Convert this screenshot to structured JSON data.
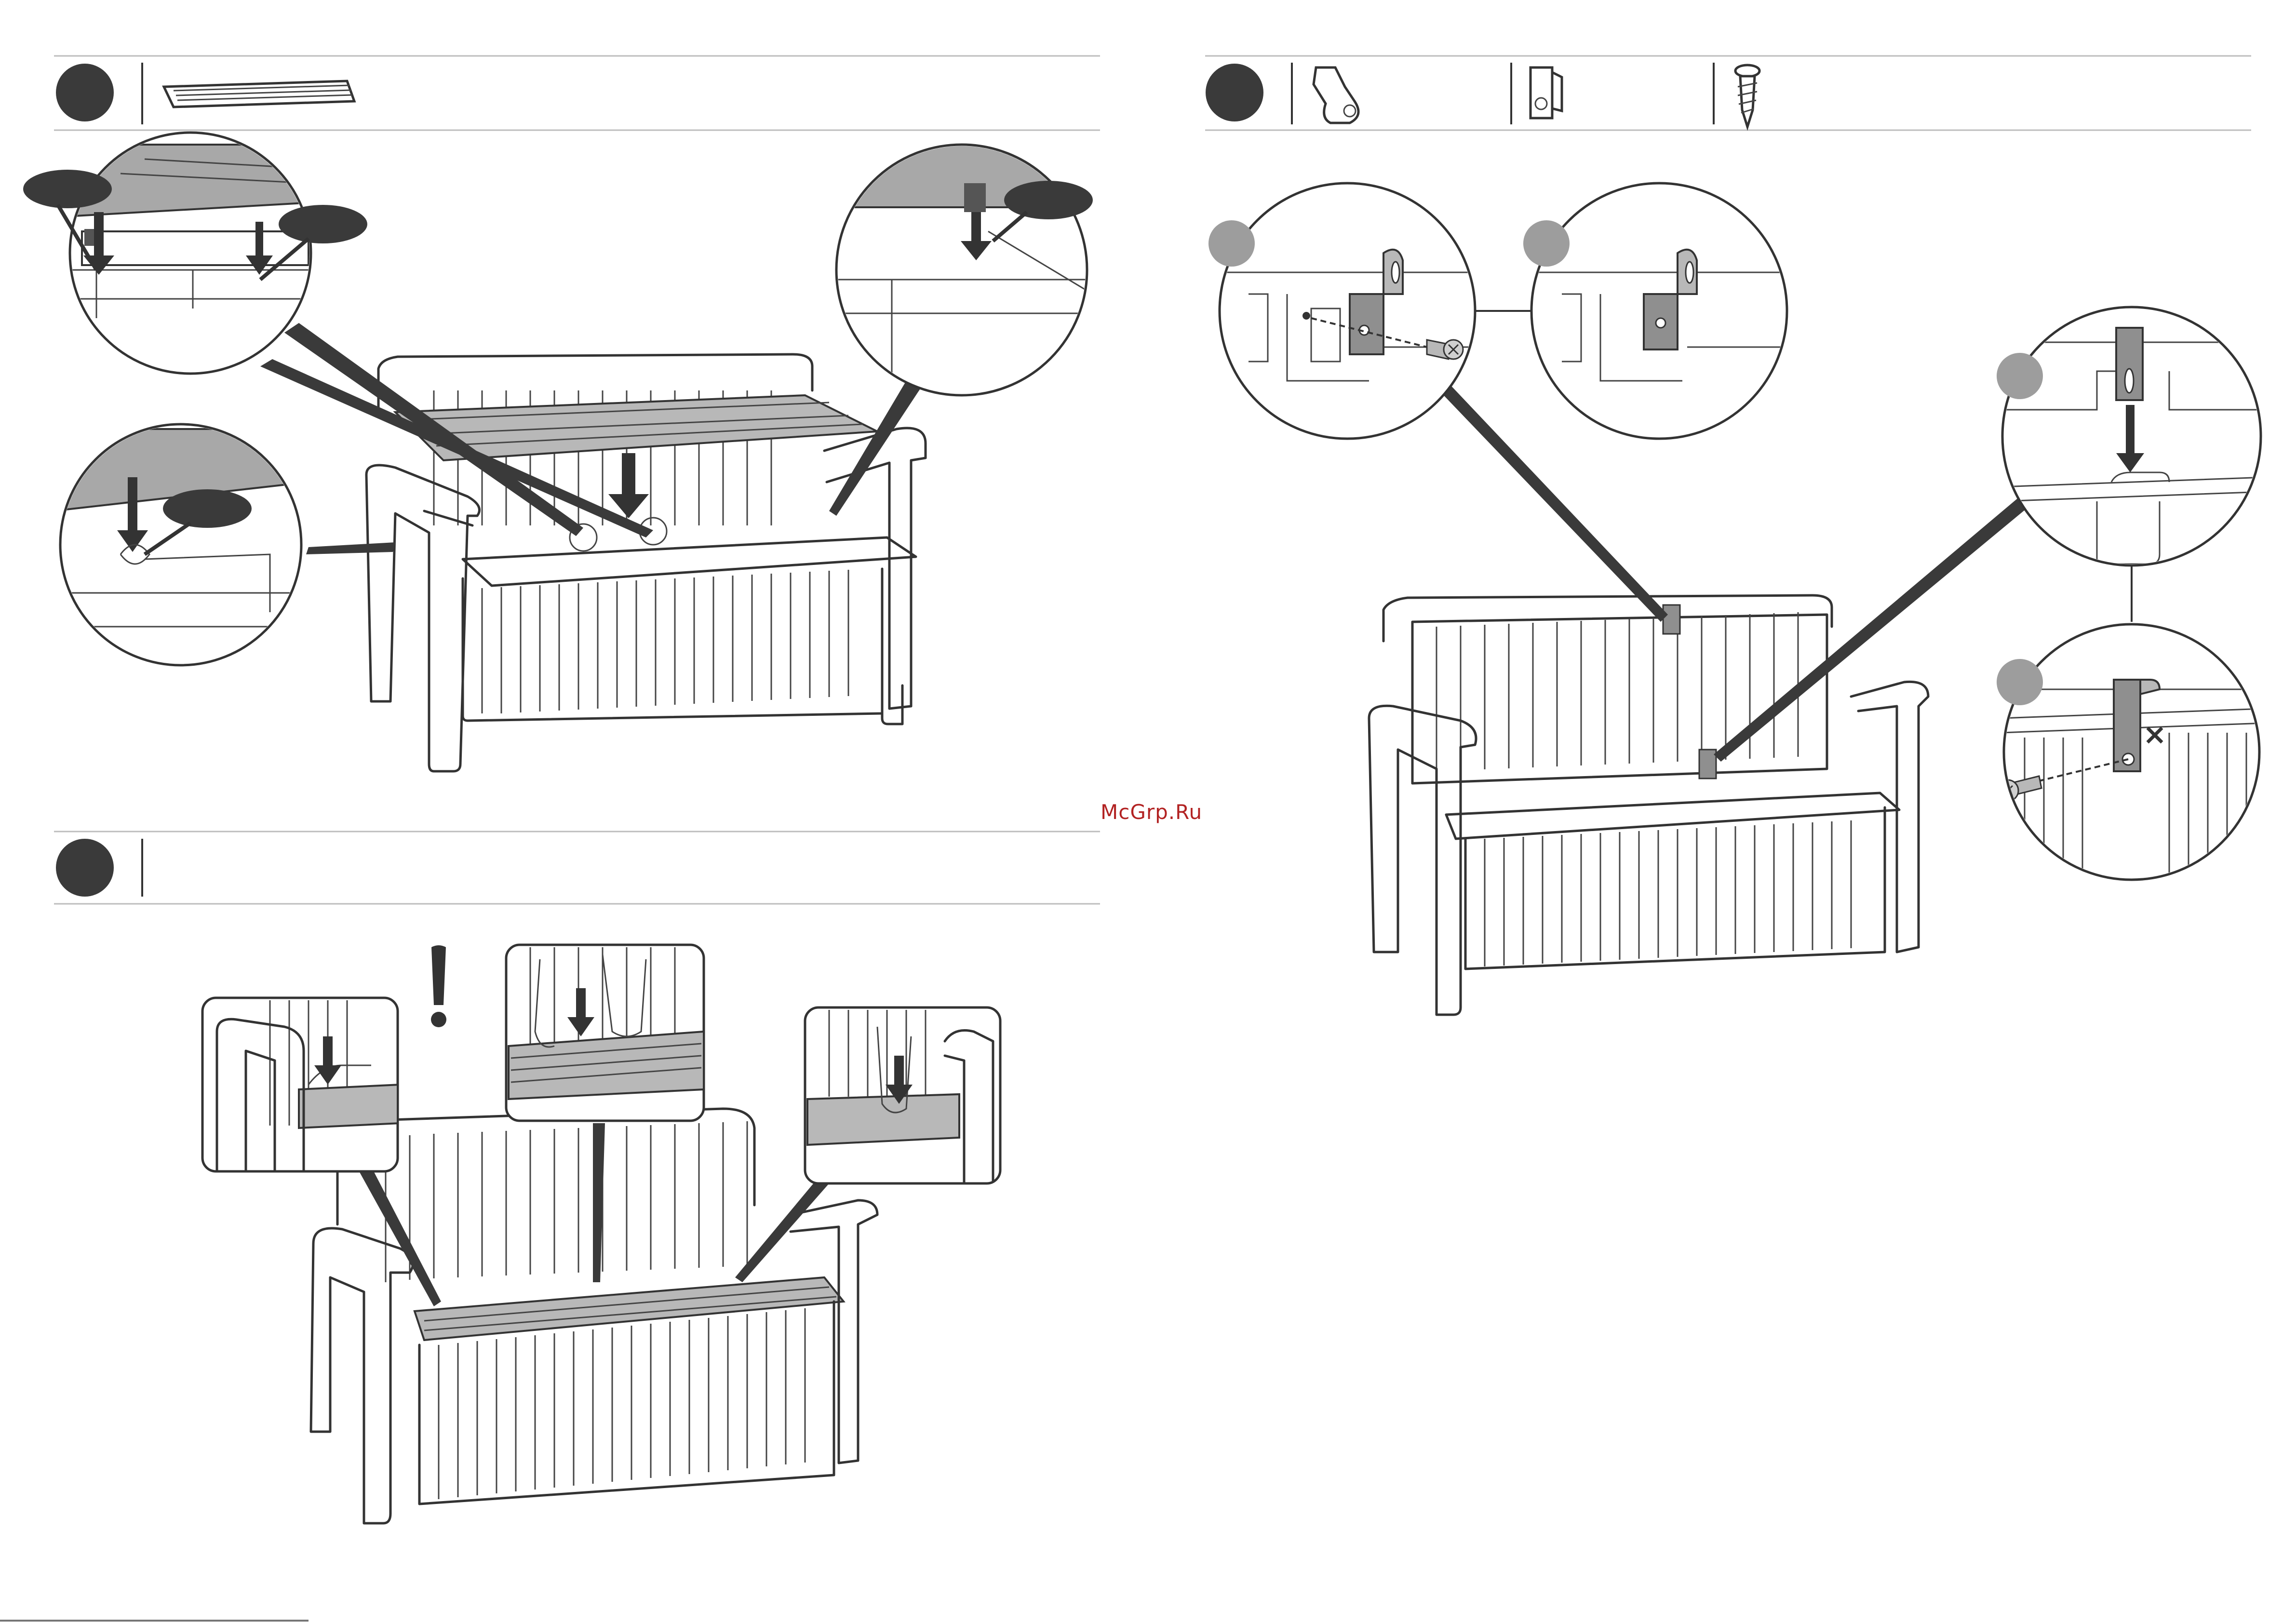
{
  "watermark": "McGrp.Ru",
  "colors": {
    "step_badge": "#3a3a3a",
    "sub_step_badge": "#9d9d9d",
    "callout_tag": "#3a3a3a",
    "part_fill": "#8f8f8f",
    "watermark": "#b22222"
  },
  "steps": [
    {
      "id": "step-a",
      "parts": [
        "seat-lid-panel"
      ]
    },
    {
      "id": "step-b",
      "parts": [],
      "notice_icon": "exclamation-icon"
    },
    {
      "id": "step-c",
      "parts": [
        "hinge-strap-bracket",
        "lid-latch-bracket",
        "self-tapping-screw"
      ]
    }
  ],
  "icons": [
    "seat-lid-panel-icon",
    "hinge-strap-icon",
    "latch-bracket-icon",
    "screw-icon",
    "exclamation-icon",
    "press-down-arrow-icon",
    "insert-arrow-icon",
    "no-screw-x-icon"
  ]
}
